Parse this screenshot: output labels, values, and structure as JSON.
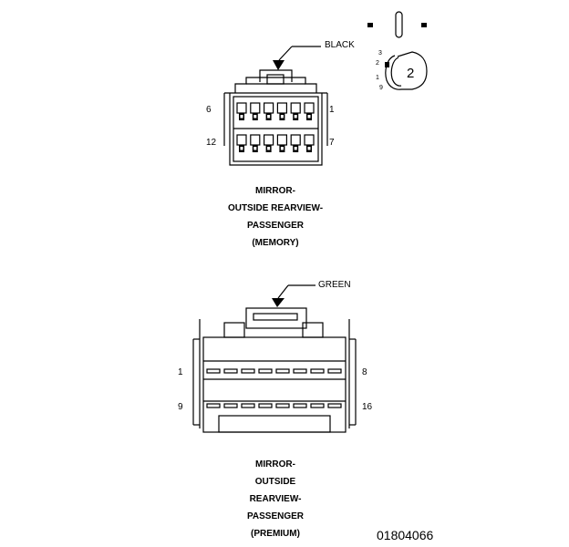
{
  "connector_top": {
    "color_label": "BLACK",
    "pin_labels": {
      "top_left": "6",
      "top_right": "1",
      "bottom_left": "12",
      "bottom_right": "7"
    },
    "caption": [
      "MIRROR-",
      "OUTSIDE REARVIEW-",
      "PASSENGER",
      "(MEMORY)"
    ],
    "rows": 2,
    "cavities_per_row": 6
  },
  "connector_bottom": {
    "color_label": "GREEN",
    "pin_labels": {
      "top_left": "1",
      "top_right": "8",
      "bottom_left": "9",
      "bottom_right": "16"
    },
    "caption": [
      "MIRROR-",
      "OUTSIDE",
      "REARVIEW-",
      "PASSENGER",
      "(PREMIUM)"
    ],
    "rows": 2,
    "cavities_per_row": 8
  },
  "inset": {
    "big_number": "2",
    "labels": [
      "3",
      "2",
      "1",
      "9"
    ]
  },
  "document_number": "01804066"
}
